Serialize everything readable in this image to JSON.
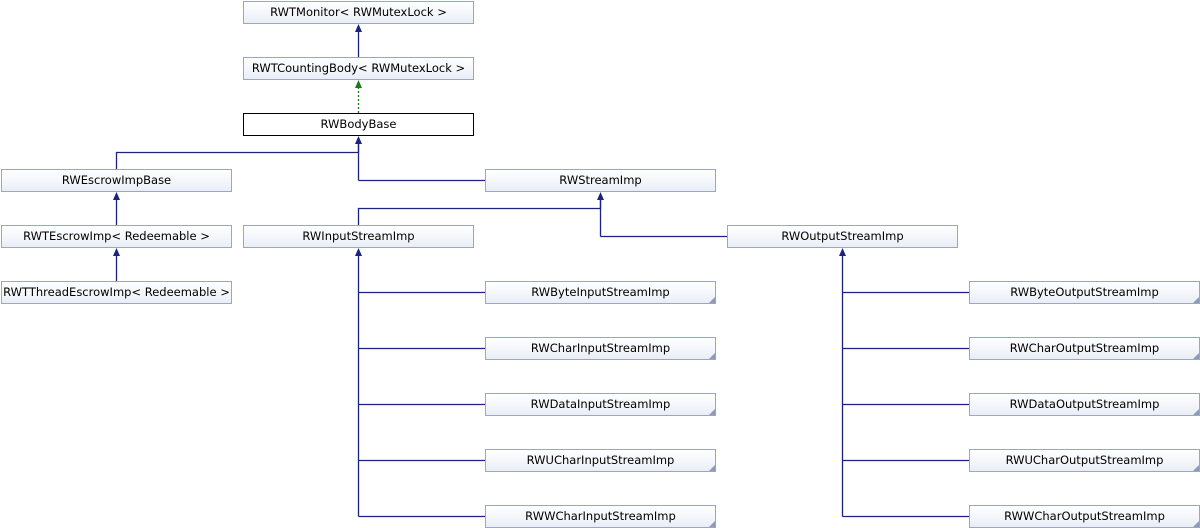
{
  "diagram": {
    "title": "",
    "colors": {
      "node_border": "#9aa7c0",
      "node_fill_top": "#ffffff",
      "node_fill_bottom": "#e9eef6",
      "current_border": "#000000",
      "edge": "#1a237e",
      "template_edge": "#1a7a1a"
    },
    "nodes": [
      {
        "id": "monitor",
        "label": "RWTMonitor< RWMutexLock >"
      },
      {
        "id": "counting",
        "label": "RWTCountingBody< RWMutexLock >"
      },
      {
        "id": "bodybase",
        "label": "RWBodyBase",
        "current": true
      },
      {
        "id": "escrowbase",
        "label": "RWEscrowImpBase"
      },
      {
        "id": "streamimp",
        "label": "RWStreamImp"
      },
      {
        "id": "tescrow",
        "label": "RWTEscrowImp< Redeemable >"
      },
      {
        "id": "inputstream",
        "label": "RWInputStreamImp"
      },
      {
        "id": "outputstream",
        "label": "RWOutputStreamImp"
      },
      {
        "id": "threadescrow",
        "label": "RWTThreadEscrowImp< Redeemable >"
      },
      {
        "id": "byteinput",
        "label": "RWByteInputStreamImp",
        "truncated": true
      },
      {
        "id": "charinput",
        "label": "RWCharInputStreamImp",
        "truncated": true
      },
      {
        "id": "datainput",
        "label": "RWDataInputStreamImp",
        "truncated": true
      },
      {
        "id": "ucharinput",
        "label": "RWUCharInputStreamImp",
        "truncated": true
      },
      {
        "id": "wcharinput",
        "label": "RWWCharInputStreamImp",
        "truncated": true
      },
      {
        "id": "byteoutput",
        "label": "RWByteOutputStreamImp",
        "truncated": true
      },
      {
        "id": "charoutput",
        "label": "RWCharOutputStreamImp",
        "truncated": true
      },
      {
        "id": "dataoutput",
        "label": "RWDataOutputStreamImp",
        "truncated": true
      },
      {
        "id": "ucharoutput",
        "label": "RWUCharOutputStreamImp",
        "truncated": true
      },
      {
        "id": "wcharoutput",
        "label": "RWWCharOutputStreamImp",
        "truncated": true
      }
    ],
    "edges": [
      {
        "from": "counting",
        "to": "monitor",
        "kind": "inheritance"
      },
      {
        "from": "bodybase",
        "to": "counting",
        "kind": "template"
      },
      {
        "from": "escrowbase",
        "to": "bodybase",
        "kind": "inheritance"
      },
      {
        "from": "streamimp",
        "to": "bodybase",
        "kind": "inheritance"
      },
      {
        "from": "tescrow",
        "to": "escrowbase",
        "kind": "inheritance"
      },
      {
        "from": "threadescrow",
        "to": "tescrow",
        "kind": "inheritance"
      },
      {
        "from": "inputstream",
        "to": "streamimp",
        "kind": "inheritance"
      },
      {
        "from": "outputstream",
        "to": "streamimp",
        "kind": "inheritance"
      },
      {
        "from": "byteinput",
        "to": "inputstream",
        "kind": "inheritance"
      },
      {
        "from": "charinput",
        "to": "inputstream",
        "kind": "inheritance"
      },
      {
        "from": "datainput",
        "to": "inputstream",
        "kind": "inheritance"
      },
      {
        "from": "ucharinput",
        "to": "inputstream",
        "kind": "inheritance"
      },
      {
        "from": "wcharinput",
        "to": "inputstream",
        "kind": "inheritance"
      },
      {
        "from": "byteoutput",
        "to": "outputstream",
        "kind": "inheritance"
      },
      {
        "from": "charoutput",
        "to": "outputstream",
        "kind": "inheritance"
      },
      {
        "from": "dataoutput",
        "to": "outputstream",
        "kind": "inheritance"
      },
      {
        "from": "ucharoutput",
        "to": "outputstream",
        "kind": "inheritance"
      },
      {
        "from": "wcharoutput",
        "to": "outputstream",
        "kind": "inheritance"
      }
    ]
  }
}
